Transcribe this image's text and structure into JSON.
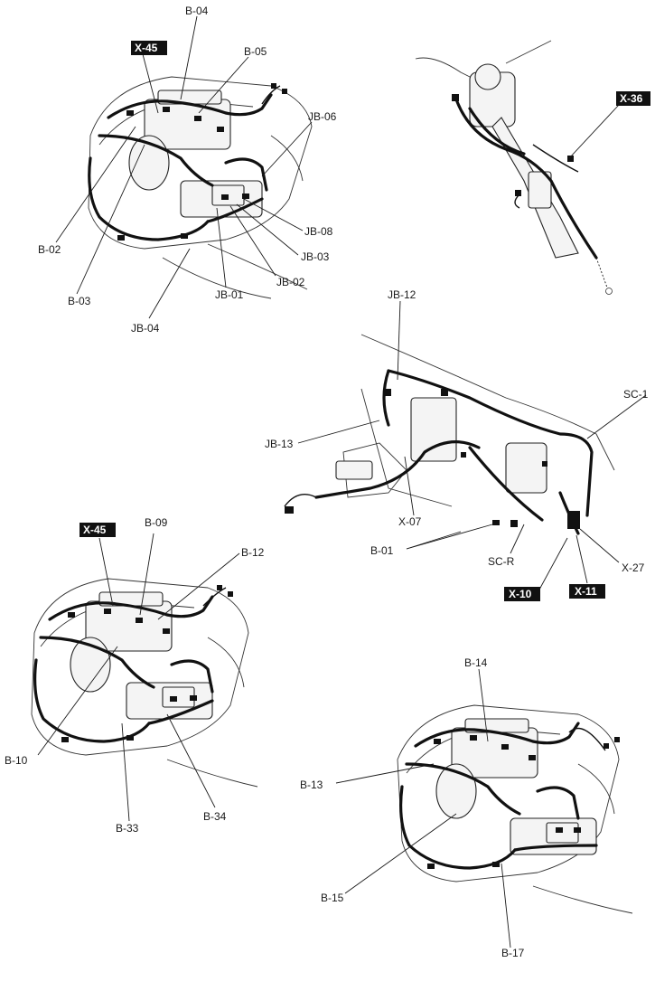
{
  "diagrams": [
    {
      "id": "engine-compartment-1",
      "callouts": [
        "B-04",
        "X-45",
        "B-05",
        "JB-06",
        "JB-08",
        "JB-03",
        "JB-02",
        "JB-01",
        "JB-04",
        "B-03",
        "B-02"
      ],
      "boxed": [
        "X-45"
      ]
    },
    {
      "id": "steering-column",
      "callouts": [
        "X-36"
      ],
      "boxed": [
        "X-36"
      ]
    },
    {
      "id": "instrument-panel",
      "callouts": [
        "JB-12",
        "SC-1",
        "JB-13",
        "X-07",
        "B-01",
        "SC-R",
        "X-27",
        "X-10",
        "X-11"
      ],
      "boxed": [
        "X-10",
        "X-11"
      ]
    },
    {
      "id": "engine-compartment-2",
      "callouts": [
        "X-45",
        "B-09",
        "B-12",
        "B-10",
        "B-33",
        "B-34"
      ],
      "boxed": [
        "X-45"
      ]
    },
    {
      "id": "engine-compartment-3",
      "callouts": [
        "B-14",
        "B-13",
        "B-15",
        "B-17"
      ],
      "boxed": []
    }
  ]
}
